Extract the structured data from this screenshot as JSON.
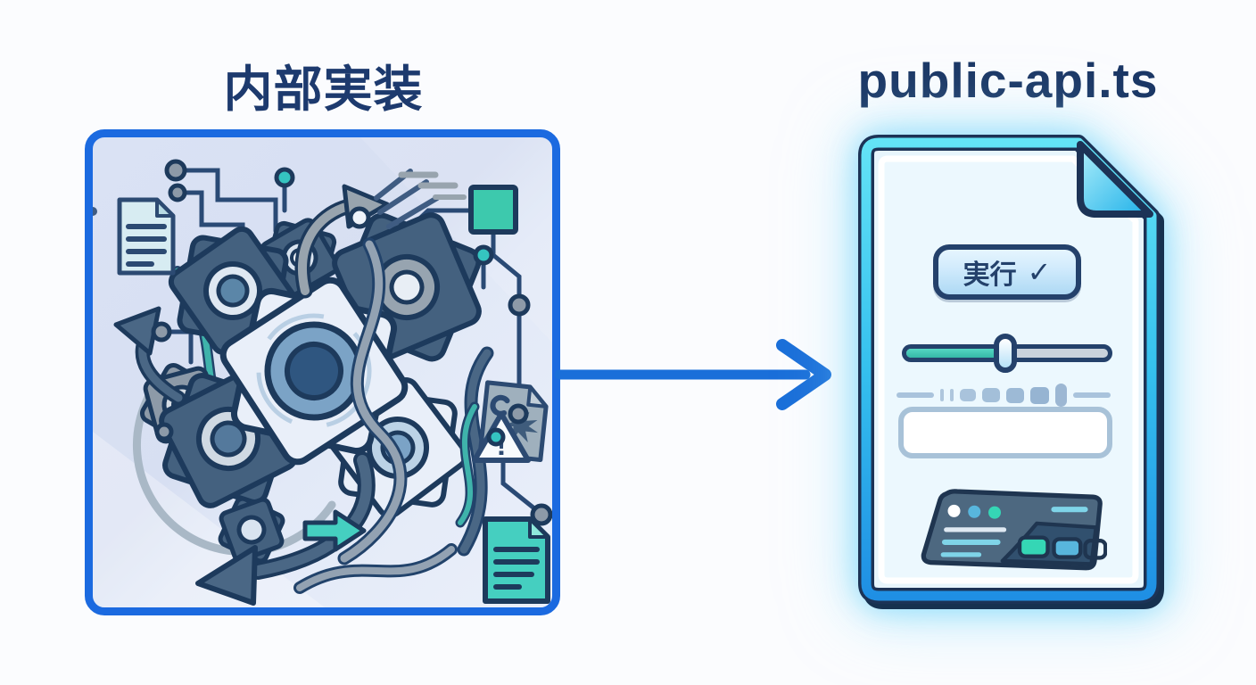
{
  "titles": {
    "left": "内部実装",
    "right": "public-api.ts"
  },
  "left_panel": {
    "description": "tangled gears, wires and circuit traces illustration",
    "warning_mark": "!",
    "border_color": "#1b6ae0",
    "gear_dark_color": "#44617f",
    "gear_light_color": "#e9eff9",
    "teal_accent": "#3dc9ad"
  },
  "flow_arrow": {
    "color": "#1a6fd9",
    "direction": "right"
  },
  "api_doc": {
    "run_button": {
      "label": "実行",
      "check_icon": "✓"
    },
    "slider": {
      "value_percent": 49,
      "filled_color": "#3ec7b4",
      "track_color": "#c9d2dc"
    },
    "input": {
      "value": "",
      "placeholder": ""
    },
    "terminal": {
      "dot_colors": [
        "#ffffff",
        "#58b6dd",
        "#35d6b5"
      ],
      "key_colors": [
        "#35d6b5",
        "#58b6dd",
        "outline"
      ]
    },
    "colors": {
      "border_navy": "#1c3356",
      "border_cyan_top": "#63e3f6",
      "border_blue_bottom": "#1f8fe4",
      "fill": "#e7f5fc",
      "glow": "#9adcff"
    }
  }
}
